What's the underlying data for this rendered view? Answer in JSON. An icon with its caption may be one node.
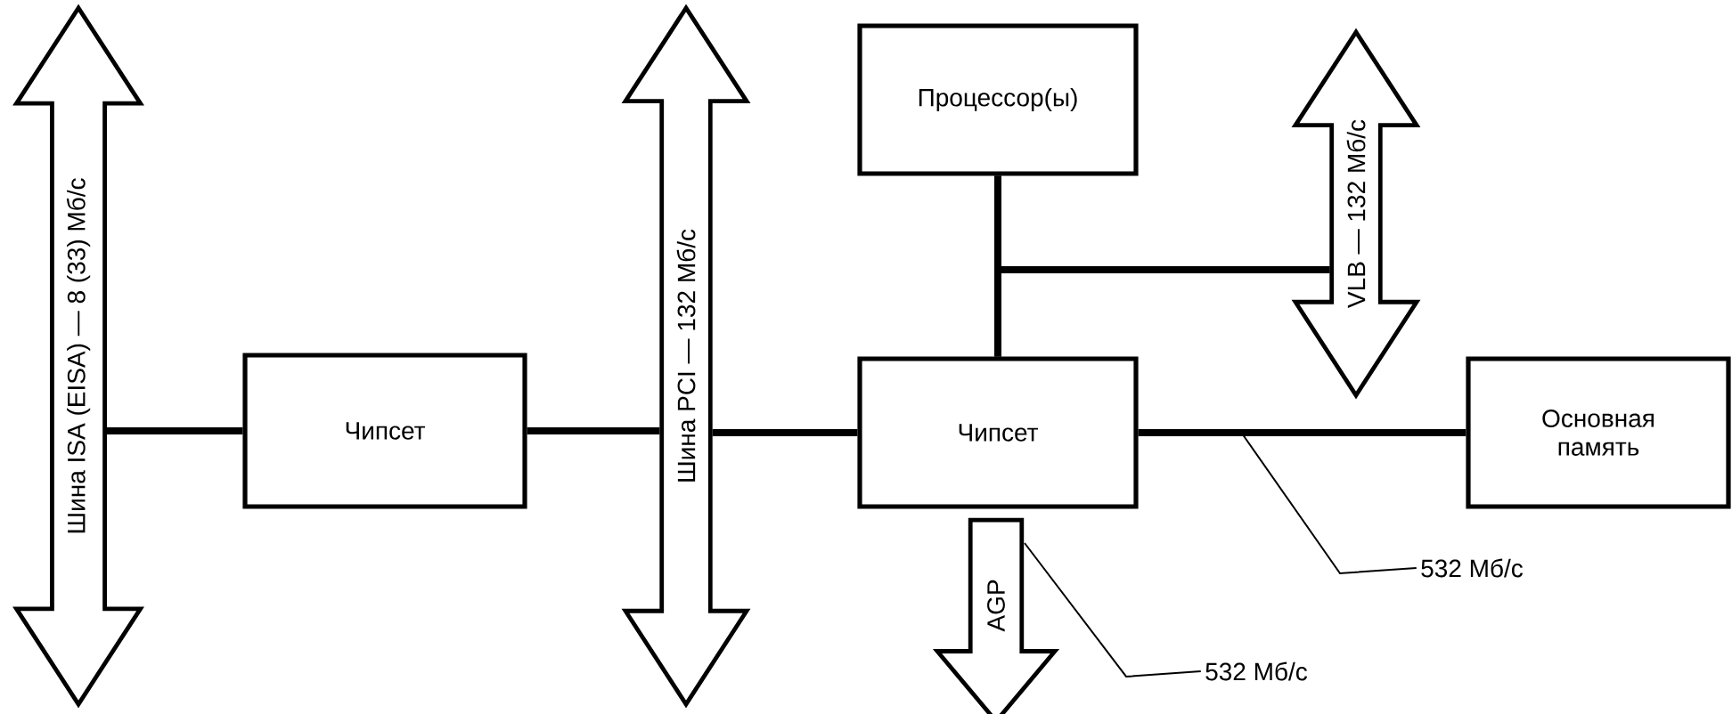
{
  "diagram": {
    "nodes": [
      {
        "text": [
          "Шина ISA (EISA) — 8 (33) Мб/с"
        ]
      },
      {
        "text": [
          "Чипсет"
        ]
      },
      {
        "text": [
          "Шина PCI — 132 Мб/с"
        ]
      },
      {
        "text": [
          "Процессор(ы)"
        ]
      },
      {
        "text": [
          "VLB — 132 Мб/с"
        ]
      },
      {
        "text": [
          "Чипсет"
        ]
      },
      {
        "text": [
          "Основная память"
        ]
      },
      {
        "text": [
          "AGP"
        ]
      },
      {
        "text": [
          "532 Мб/с"
        ]
      },
      {
        "text": [
          "532 Мб/с"
        ]
      }
    ],
    "edges": [
      {
        "from": 0,
        "to": 1,
        "arrow": "none"
      },
      {
        "from": 1,
        "to": 2,
        "arrow": "none"
      },
      {
        "from": 2,
        "to": 5,
        "arrow": "none"
      },
      {
        "from": 3,
        "to": 5,
        "arrow": "none"
      },
      {
        "from": 3,
        "to": 4,
        "arrow": "none"
      },
      {
        "from": 5,
        "to": 4,
        "arrow": "none"
      },
      {
        "from": 5,
        "to": 6,
        "arrow": "none"
      },
      {
        "from": 8,
        "to": null,
        "arrow": "none"
      },
      {
        "from": 9,
        "to": 7,
        "arrow": "none"
      }
    ]
  }
}
